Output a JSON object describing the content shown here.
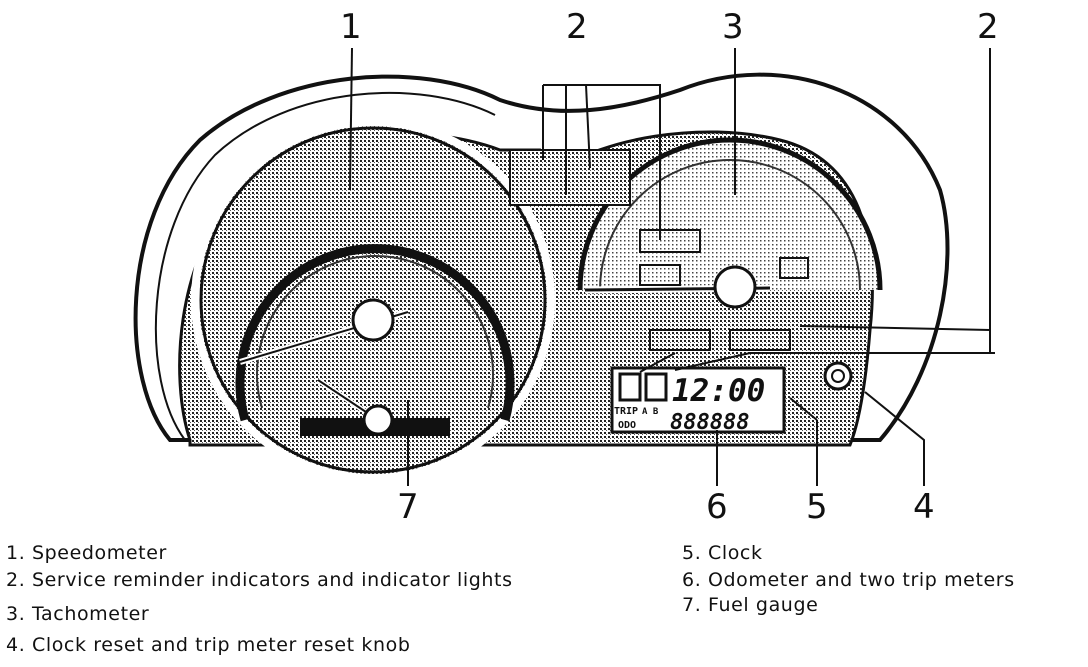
{
  "callouts": {
    "c1": "1",
    "c2a": "2",
    "c3": "3",
    "c2b": "2",
    "c7": "7",
    "c6": "6",
    "c5": "5",
    "c4": "4"
  },
  "display": {
    "clock": "12:00",
    "trip_label": "TRIP",
    "trip_ab": "A B",
    "odo_label": "ODO",
    "odometer": "888888"
  },
  "legend": {
    "left": [
      "1. Speedometer",
      "2. Service reminder indicators and indicator lights",
      "3. Tachometer",
      "4. Clock reset and trip meter reset knob"
    ],
    "right": [
      "5. Clock",
      "6. Odometer and two trip meters",
      "7. Fuel gauge"
    ]
  }
}
